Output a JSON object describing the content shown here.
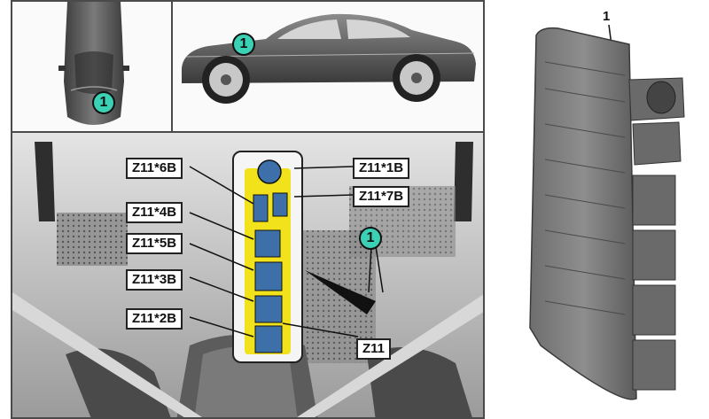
{
  "callouts": {
    "top_view": "1",
    "side_view": "1",
    "engine_bay": "1",
    "part_number": "1"
  },
  "connector_labels": [
    {
      "key": "z11_6b",
      "text": "Z11*6B"
    },
    {
      "key": "z11_4b",
      "text": "Z11*4B"
    },
    {
      "key": "z11_5b",
      "text": "Z11*5B"
    },
    {
      "key": "z11_3b",
      "text": "Z11*3B"
    },
    {
      "key": "z11_2b",
      "text": "Z11*2B"
    },
    {
      "key": "z11_1b",
      "text": "Z11*1B"
    },
    {
      "key": "z11_7b",
      "text": "Z11*7B"
    },
    {
      "key": "z11",
      "text": "Z11"
    }
  ],
  "colors": {
    "callout_fill": "#3ad1b4",
    "connector_yellow": "#f2e21c",
    "connector_blue": "#3d6fa8",
    "panel_border": "#4a4a4a"
  }
}
